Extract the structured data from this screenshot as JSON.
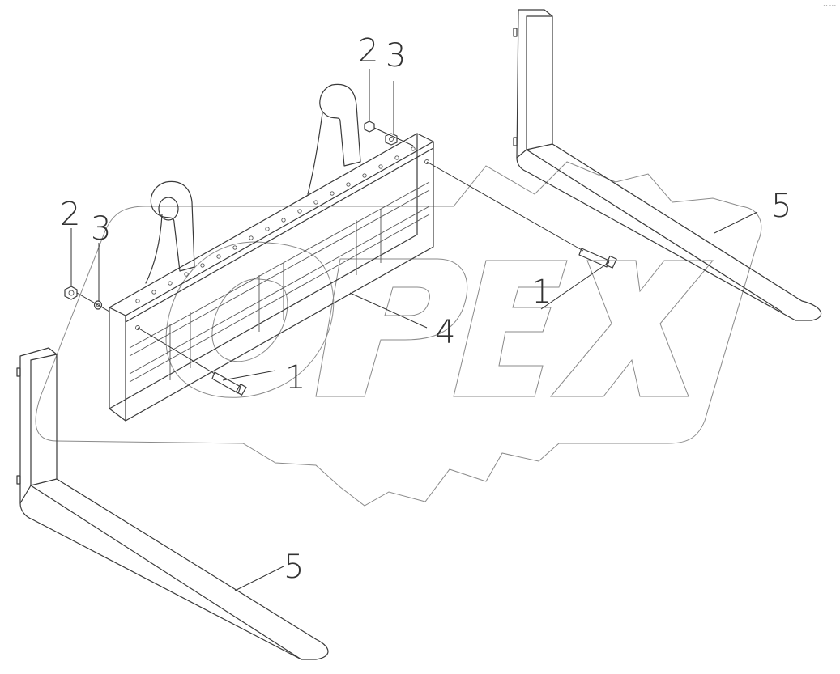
{
  "callouts": {
    "bolt_left": "1",
    "bolt_right": "1",
    "nut_left": "2",
    "nut_top": "2",
    "washer_left": "3",
    "washer_top": "3",
    "frame": "4",
    "fork_right": "5",
    "fork_bottom": "5"
  },
  "watermark": {
    "text": "OPEX",
    "color": "#8a8a8a"
  },
  "corner_mark": "•• •••",
  "colors": {
    "line": "#3a3a3a",
    "background": "#ffffff"
  }
}
